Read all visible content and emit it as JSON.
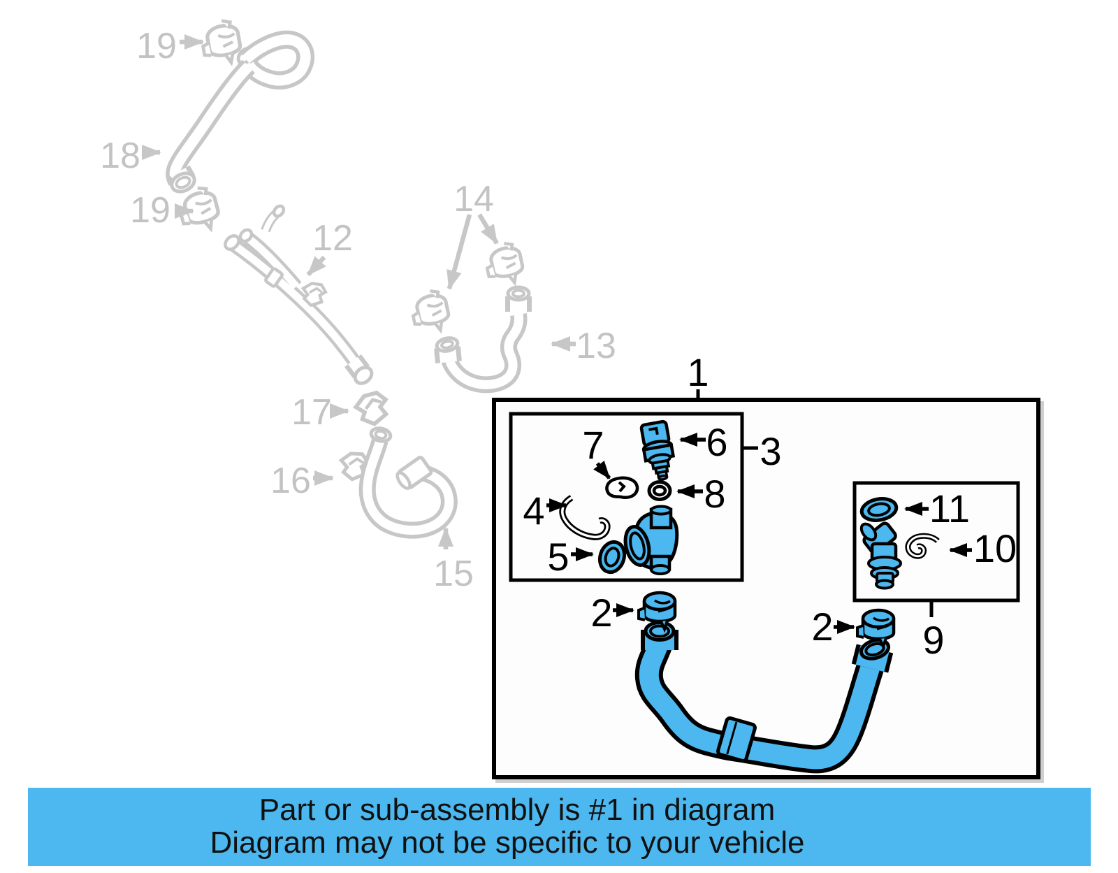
{
  "banner": {
    "line1": "Part or sub-assembly is #1 in diagram",
    "line2": "Diagram may not be specific to your vehicle",
    "bg_color": "#4CB8EF",
    "text_color": "#111111"
  },
  "colors": {
    "highlight_blue": "#4CB8EF",
    "outline_black": "#000000",
    "faded_gray": "#C7C7C7",
    "faded_label_gray": "#C3C3C3",
    "background": "#FFFFFF"
  },
  "labels": {
    "n1": "1",
    "n2": "2",
    "n3": "3",
    "n4": "4",
    "n5": "5",
    "n6": "6",
    "n7": "7",
    "n8": "8",
    "n9": "9",
    "n10": "10",
    "n11": "11",
    "n12": "12",
    "n13": "13",
    "n14": "14",
    "n15": "15",
    "n16": "16",
    "n17": "17",
    "n18": "18",
    "n19": "19"
  }
}
